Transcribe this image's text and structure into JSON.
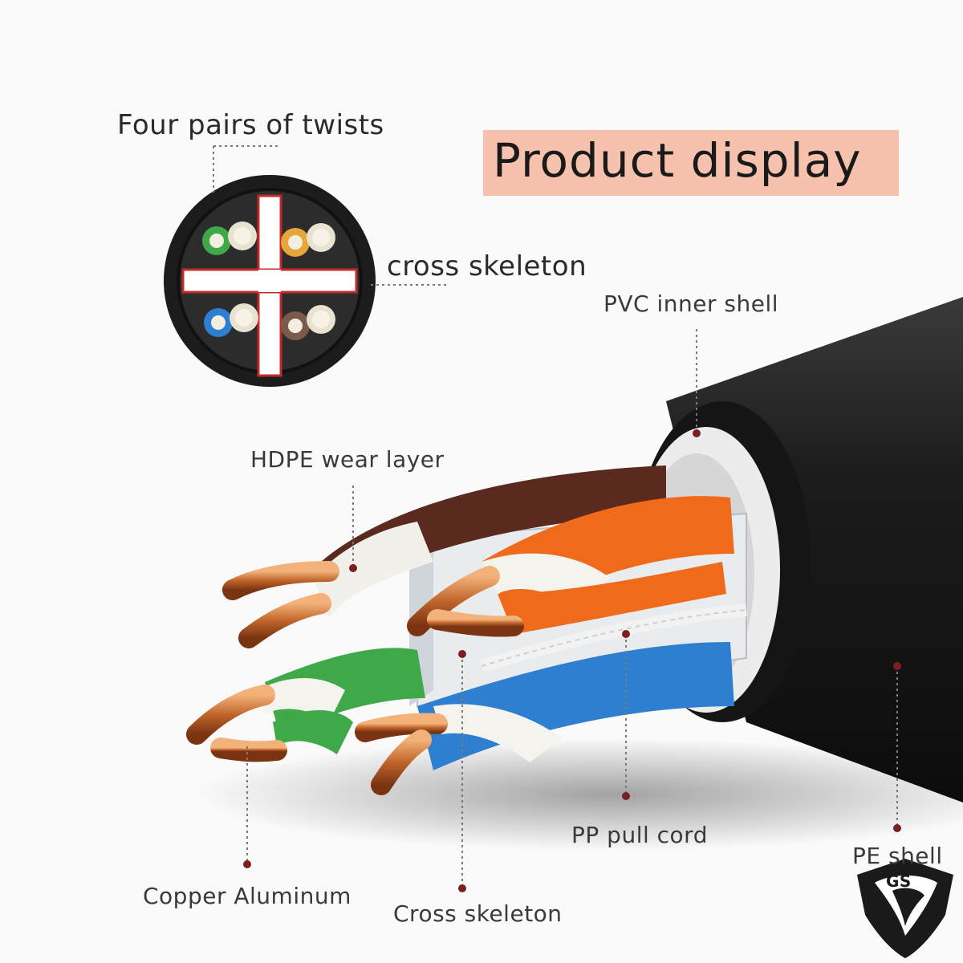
{
  "title": "Product display",
  "labels": {
    "twists": "Four pairs of twists",
    "cross_top": "cross skeleton",
    "pvc": "PVC inner shell",
    "hdpe": "HDPE wear layer",
    "pp": "PP pull cord",
    "pe": "PE shell",
    "copper": "Copper Aluminum",
    "cross_bottom": "Cross skeleton"
  },
  "logo": {
    "text": "GS",
    "icon": "eagle-shield-logo"
  },
  "colors": {
    "title_bg": "#f6c2ae",
    "jacket": "#1b1b1b",
    "inner_shell": "#e4e4e4",
    "pair_green": "#3fa848",
    "pair_orange": "#f06a1c",
    "pair_blue": "#2f7fd0",
    "pair_brown": "#5a2a1e",
    "copper": "#c0652a"
  }
}
